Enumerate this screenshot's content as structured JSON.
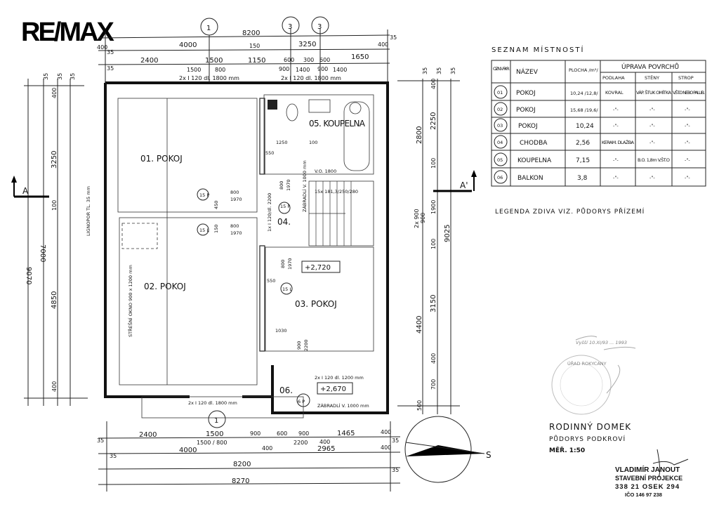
{
  "logo": "RE/MAX",
  "axis_markers": [
    "1",
    "3",
    "3",
    "1"
  ],
  "section_markers": [
    "A",
    "A'"
  ],
  "dims_top": [
    "8200",
    "4000",
    "150",
    "3250",
    "2400",
    "1500",
    "1150",
    "600",
    "300",
    "600",
    "1650",
    "1500",
    "800",
    "900",
    "1400",
    "900",
    "1400",
    "2x I 120 dl. 1800 mm",
    "2x I 120 dl. 1800 mm",
    "35",
    "35",
    "35",
    "400",
    "400"
  ],
  "dims_bottom": [
    "2400",
    "1500",
    "900",
    "600",
    "900",
    "1465",
    "400",
    "1500 / 800",
    "2200",
    "400",
    "4000",
    "400",
    "2965",
    "400",
    "8200",
    "8270",
    "35",
    "35",
    "35",
    "35"
  ],
  "dims_left": [
    "9070",
    "7000",
    "3250",
    "100",
    "4850",
    "400",
    "400",
    "35",
    "35",
    "35"
  ],
  "dims_right": [
    "2800",
    "2250",
    "400",
    "100",
    "2x 900",
    "900",
    "1900",
    "9025",
    "100",
    "4400",
    "3150",
    "400",
    "700",
    "500",
    "35",
    "35",
    "35"
  ],
  "plan_labels": {
    "room01": "01. POKOJ",
    "room02": "02. POKOJ",
    "room03": "03. POKOJ",
    "room04": "04.",
    "room05": "05. KOUPELNA",
    "room06": "06.",
    "level1": "+2,720",
    "level2": "+2,670",
    "insulation": "LIGNOPOR TL. 35 mm",
    "roof_window": "STŘEŠNÍ OKNO 900 x 1200 mm",
    "stairs": "15x 181,3/250/280",
    "railing1": "ZÁBRADLÍ V. 1000 mm",
    "railing2": "ZÁBRADLÍ V. 1000 mm",
    "lintel1": "2x I 120 dl. 1800 mm",
    "lintel2": "2x I 120 dl. 1200 mm",
    "lintel3": "1x I 120/dl. 2200",
    "tub": "V.O. 1800",
    "doors": [
      "15 P",
      "15 L",
      "15 P",
      "15 L",
      "6 P"
    ],
    "door_dims": [
      "800",
      "1970",
      "800",
      "1970",
      "800",
      "1970",
      "800",
      "1970",
      "900",
      "2200"
    ],
    "misc_dims": [
      "1250",
      "100",
      "550",
      "550",
      "1030",
      "450",
      "150"
    ]
  },
  "room_table": {
    "title": "SEZNAM MÍSTNOSTÍ",
    "headers": {
      "ozn": "OZN. VÝKR.",
      "name": "NÁZEV",
      "area": "PLOCHA /m²/",
      "surface": "ÚPRAVA POVRCHŮ",
      "floor": "PODLAHA",
      "walls": "STĚNY",
      "ceiling": "STROP"
    },
    "rows": [
      {
        "id": "01",
        "name": "POKOJ",
        "area": "10,24 /12,8/",
        "floor": "KOVRAL",
        "walls": "VÁP. ŠTUK OMÍTKA",
        "ceiling": "V.ŠT.O NEBO PALUB."
      },
      {
        "id": "02",
        "name": "POKOJ",
        "area": "15,68 /19,6/",
        "floor": "-\"-",
        "walls": "-\"-",
        "ceiling": "-\"-"
      },
      {
        "id": "03",
        "name": "POKOJ",
        "area": "10,24",
        "floor": "-\"-",
        "walls": "-\"-",
        "ceiling": "-\"-"
      },
      {
        "id": "04",
        "name": "CHODBA",
        "area": "2,56",
        "floor": "KERAM. DLAŽBA",
        "walls": "-\"-",
        "ceiling": "-\"-"
      },
      {
        "id": "05",
        "name": "KOUPELNA",
        "area": "7,15",
        "floor": "-\"-",
        "walls": "B.O. 1,8m V.ŠT.O",
        "ceiling": "-\"-"
      },
      {
        "id": "06",
        "name": "BALKON",
        "area": "3,8",
        "floor": "-\"-",
        "walls": "-\"-",
        "ceiling": "-\"-"
      }
    ]
  },
  "legend_note": "LEGENDA ZDIVA VIZ. PŮDORYS PŘÍZEMÍ",
  "stamp": {
    "text": "ÚŘAD ROKYCANY",
    "handwriting": "Vyšší 10.XI/93 ... 1993"
  },
  "title_block": {
    "line1": "RODINNÝ DOMEK",
    "line2": "PŮDORYS PODKROVÍ",
    "line3": "MĚŘ. 1:50",
    "designer": "VLADIMÍR JANOUT",
    "role": "STAVEBNÍ PROJEKCE",
    "address": "338 21 OSEK 294",
    "ico": "IČO 146 97 238"
  },
  "north_label": "S"
}
